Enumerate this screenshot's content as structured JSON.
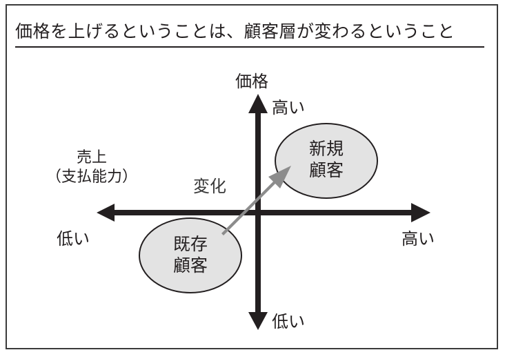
{
  "title": "価格を上げるということは、顧客層が変わるということ",
  "vertical_axis": {
    "name": "価格",
    "high_label": "高い",
    "low_label": "低い"
  },
  "horizontal_axis": {
    "name_line1": "売上",
    "name_line2": "（支払能力）",
    "high_label": "高い",
    "low_label": "低い"
  },
  "nodes": {
    "existing_customers": {
      "line1": "既存",
      "line2": "顧客"
    },
    "new_customers": {
      "line1": "新規",
      "line2": "顧客"
    }
  },
  "transition_label": "変化",
  "colors": {
    "axis": "#231f20",
    "ellipse_fill": "#e3e3e3",
    "arrow_fill": "#8c8c8c"
  }
}
